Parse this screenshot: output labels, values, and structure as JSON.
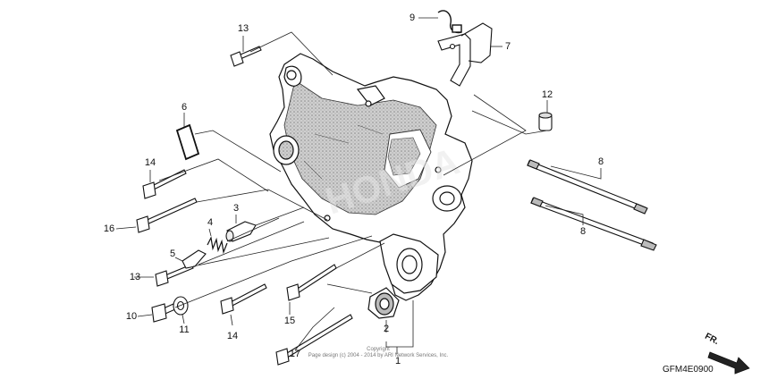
{
  "diagram": {
    "callouts": [
      "1",
      "2",
      "3",
      "4",
      "5",
      "6",
      "7",
      "8",
      "8",
      "9",
      "10",
      "11",
      "12",
      "13",
      "13",
      "14",
      "14",
      "15",
      "16",
      "17"
    ],
    "copyright_lines": [
      "Copyright",
      "Page design (c) 2004 - 2014 by ARI Network Services, Inc."
    ],
    "diagram_code": "GFM4E0900",
    "direction_label": "FR.",
    "watermark": "HONDA"
  }
}
